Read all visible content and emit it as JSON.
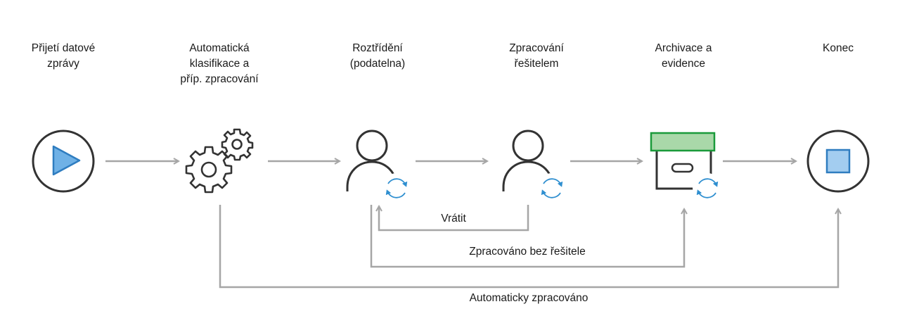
{
  "steps": [
    {
      "label": "Přijetí datové\nzprávy",
      "icon": "play-start-icon"
    },
    {
      "label": "Automatická\nklasifikace a\npříp. zpracování",
      "icon": "gears-icon"
    },
    {
      "label": "Roztřídění\n(podatelna)",
      "icon": "person-refresh-icon"
    },
    {
      "label": "Zpracování\nřešitelem",
      "icon": "person-refresh-icon"
    },
    {
      "label": "Archivace a\nevidence",
      "icon": "archive-box-icon"
    },
    {
      "label": "Konec",
      "icon": "stop-end-icon"
    }
  ],
  "flows": {
    "return": "Vrátit",
    "processed_without_handler": "Zpracováno bez řešitele",
    "auto_processed": "Automaticky zpracováno"
  },
  "colors": {
    "arrow": "#a6a6a6",
    "icon_stroke": "#333333",
    "start_fill": "#6fb1e6",
    "stop_fill": "#a3cdf0",
    "accent_blue": "#2f8fd0",
    "archive_lid": "#a9d8a9",
    "archive_lid_border": "#1a9a3a"
  }
}
